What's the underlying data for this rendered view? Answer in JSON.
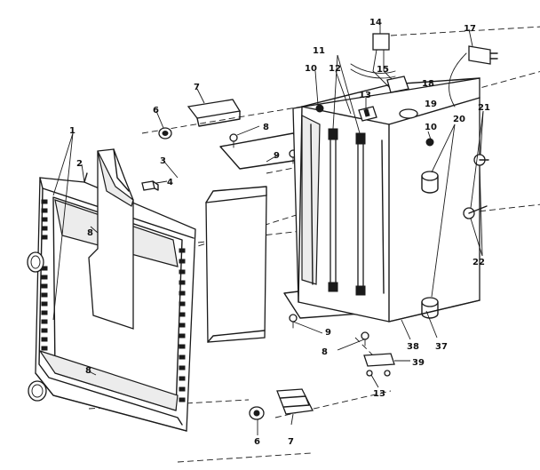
{
  "diagram": {
    "callouts": [
      {
        "id": "c1",
        "text": "1"
      },
      {
        "id": "c2",
        "text": "2"
      },
      {
        "id": "c3",
        "text": "3"
      },
      {
        "id": "c4",
        "text": "4"
      },
      {
        "id": "c6a",
        "text": "6"
      },
      {
        "id": "c6b",
        "text": "6"
      },
      {
        "id": "c7a",
        "text": "7"
      },
      {
        "id": "c7b",
        "text": "7"
      },
      {
        "id": "c8a",
        "text": "8"
      },
      {
        "id": "c8b",
        "text": "8"
      },
      {
        "id": "c8c",
        "text": "8"
      },
      {
        "id": "c8d",
        "text": "8"
      },
      {
        "id": "c9a",
        "text": "9"
      },
      {
        "id": "c9b",
        "text": "9"
      },
      {
        "id": "c10a",
        "text": "10"
      },
      {
        "id": "c10b",
        "text": "10"
      },
      {
        "id": "c11",
        "text": "11"
      },
      {
        "id": "c12",
        "text": "12"
      },
      {
        "id": "c13a",
        "text": "13"
      },
      {
        "id": "c13b",
        "text": "13"
      },
      {
        "id": "c14",
        "text": "14"
      },
      {
        "id": "c15",
        "text": "15"
      },
      {
        "id": "c17",
        "text": "17"
      },
      {
        "id": "c18",
        "text": "18"
      },
      {
        "id": "c19",
        "text": "19"
      },
      {
        "id": "c20",
        "text": "20"
      },
      {
        "id": "c21",
        "text": "21"
      },
      {
        "id": "c22",
        "text": "22"
      },
      {
        "id": "c37",
        "text": "37"
      },
      {
        "id": "c38",
        "text": "38"
      },
      {
        "id": "c39",
        "text": "39"
      }
    ]
  }
}
